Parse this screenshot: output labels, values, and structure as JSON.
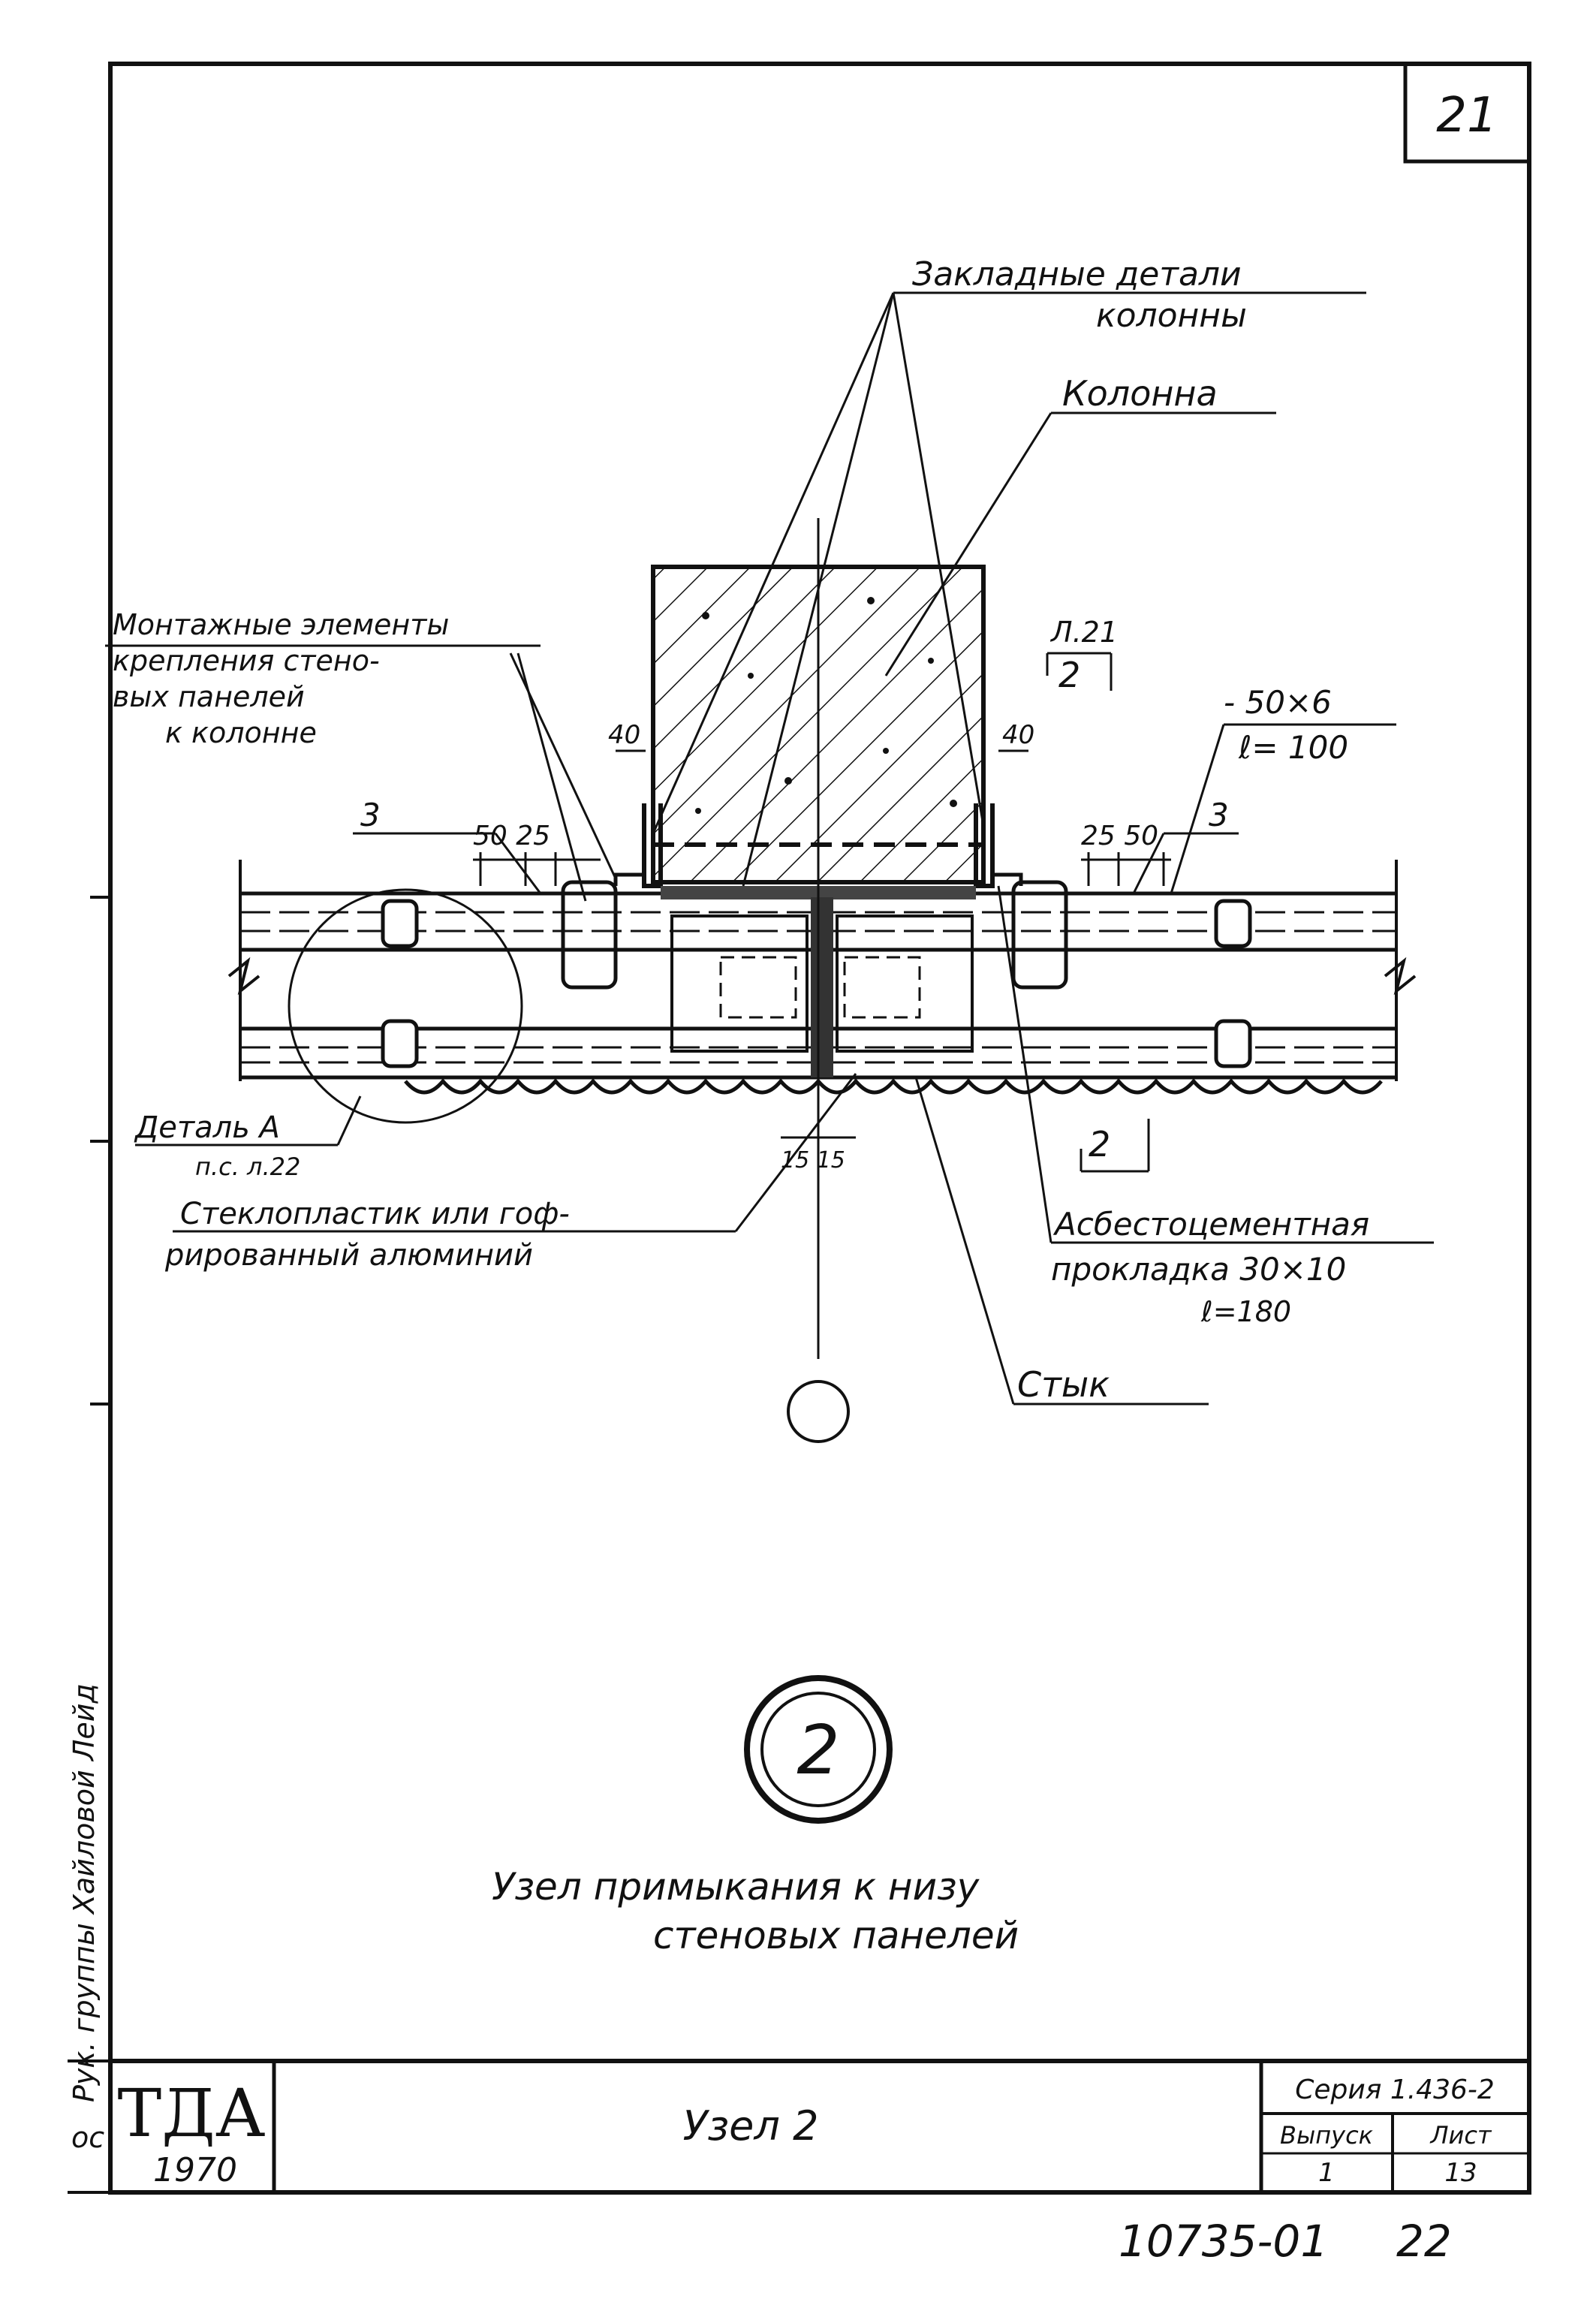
{
  "sheet_corner_number": "21",
  "labels": {
    "embedded_parts": [
      "Закладные детали",
      "колонны"
    ],
    "column": "Колонна",
    "mounting": [
      "Монтажные элементы",
      "крепления стено-",
      "вых панелей",
      "к колонне"
    ],
    "section_top": [
      "Л.21",
      "2"
    ],
    "plate": [
      "- 50×6",
      "ℓ= 100"
    ],
    "dim_40_left": "40",
    "dim_40_right": "40",
    "dim_left": "50 25",
    "dim_right": "25 50",
    "num3_left": "3",
    "num3_right": "3",
    "detail": [
      "Деталь А",
      "п.с. л.22"
    ],
    "fiberglass": [
      "Стеклопластик или гоф-",
      "рированный алюминий"
    ],
    "dim_15": "15 15",
    "asbestos": [
      "Асбестоцементная",
      "прокладка 30×10",
      "ℓ=180"
    ],
    "section_bottom": "2",
    "joint": "Стык"
  },
  "node_marker": "2",
  "node_caption": [
    "Узел примыкания к низу",
    "стеновых панелей"
  ],
  "side_stamp": "Рук. группы   Хайловой   Лейд",
  "title_block": {
    "org": "ТДА",
    "year": "1970",
    "title": "Узел 2",
    "series": "Серия 1.436-2",
    "issue_label": "Выпуск",
    "issue_value": "1",
    "sheet_label": "Лист",
    "sheet_value": "13",
    "left_mark": "ос"
  },
  "doc_number": "10735-01",
  "page_number": "22"
}
